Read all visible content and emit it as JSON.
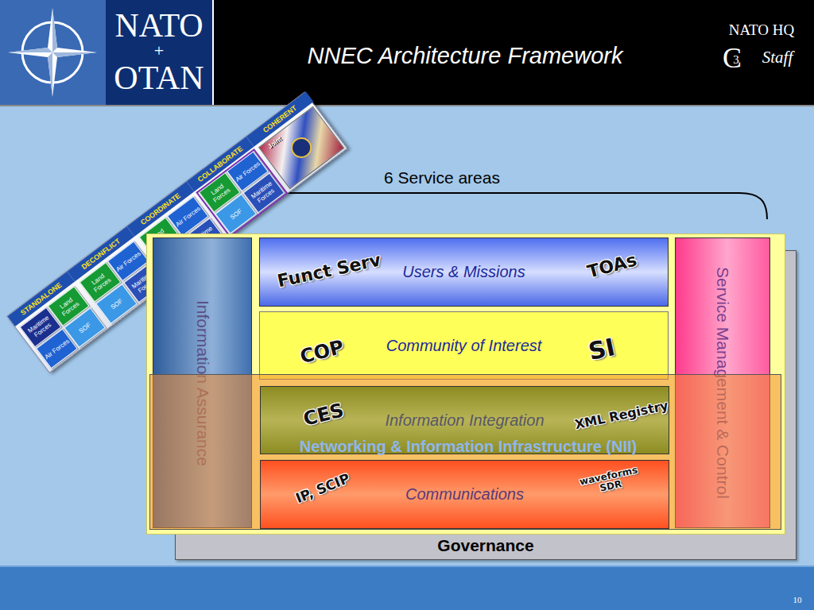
{
  "diagram": {
    "title": "NNEC Architecture Framework",
    "nodes": [
      {
        "text": [
          "STANDALONE",
          "DECONFLICT",
          "COORDINATE",
          "COLLABORATE",
          "COHERENT"
        ]
      },
      {
        "text": [
          "Maritime Forces"
        ],
        "in": 0
      },
      {
        "text": [
          "Land Forces"
        ],
        "in": 0
      },
      {
        "text": [
          "Air Forces"
        ],
        "in": 0
      },
      {
        "text": [
          "SOF"
        ],
        "in": 0
      },
      {
        "text": [
          "Land Forces"
        ],
        "in": 0
      },
      {
        "text": [
          "Air Forces"
        ],
        "in": 0
      },
      {
        "text": [
          "SOF"
        ],
        "in": 0
      },
      {
        "text": [
          "Maritime Forces"
        ],
        "in": 0
      },
      {
        "text": [
          "Land Forces"
        ],
        "in": 0
      },
      {
        "text": [
          "Air Forces"
        ],
        "in": 0
      },
      {
        "text": [
          "SOF"
        ],
        "in": 0
      },
      {
        "text": [
          "Maritime Forces"
        ],
        "in": 0
      },
      {
        "text": [
          "Land Forces"
        ],
        "in": 0
      },
      {
        "text": [
          "Air Forces"
        ],
        "in": 0
      },
      {
        "text": [
          "SOF"
        ],
        "in": 0
      },
      {
        "text": [
          "Maritime Forces"
        ],
        "in": 0
      },
      {
        "text": [
          "Governance"
        ]
      },
      {
        "text": [
          "Information Assurance"
        ],
        "in": 17
      },
      {
        "text": [
          "Service Management & Control"
        ],
        "in": 17
      },
      {
        "text": [
          "Users & Missions"
        ],
        "in": 17
      },
      {
        "text": [
          "Community of Interest"
        ],
        "in": 17
      },
      {
        "text": [
          "Networking & Information Infrastructure (NII)"
        ],
        "in": 17
      },
      {
        "text": [
          "Information Integration"
        ],
        "in": 22
      },
      {
        "text": [
          "Communications"
        ],
        "in": 22
      }
    ],
    "labels": [
      "NATO",
      "+",
      "OTAN",
      "NATO HQ",
      "C",
      "3",
      "Staff",
      "Joint",
      "6 Service areas",
      "Funct Serv",
      "TOAs",
      "COP",
      "SI",
      "CES",
      "XML Registry",
      "IP, SCIP",
      "waveforms SDR",
      "10"
    ]
  }
}
